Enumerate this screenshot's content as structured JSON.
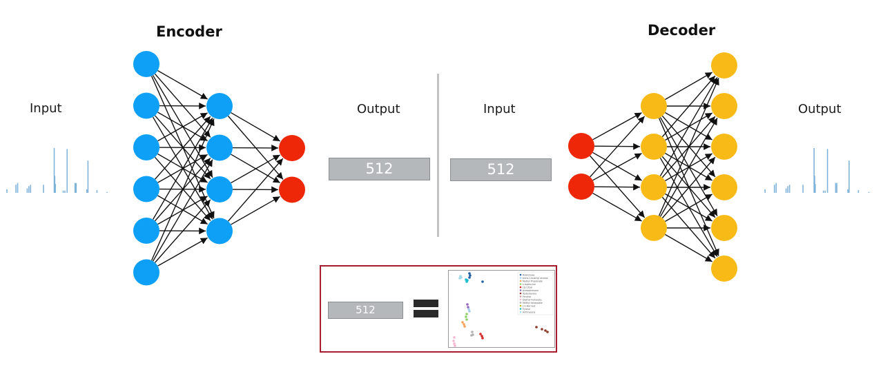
{
  "encoder": {
    "title": "Encoder",
    "input_label": "Input",
    "output_label": "Output",
    "output_vector": "512",
    "layers": [
      6,
      4,
      2
    ],
    "layer_colors": [
      "#0ea0f7",
      "#0ea0f7",
      "#ee2709"
    ]
  },
  "decoder": {
    "title": "Decoder",
    "input_label": "Input",
    "output_label": "Output",
    "input_vector": "512",
    "layers": [
      2,
      4,
      6
    ],
    "layer_colors": [
      "#ee2709",
      "#f8ba17",
      "#f8ba17"
    ]
  },
  "colors": {
    "encoder_node": "#0ea0f7",
    "latent_node": "#ee2709",
    "decoder_node": "#f8ba17",
    "spectrum": "#7fb3da",
    "panel_border": "#a61c2e"
  },
  "spectrum": {
    "peaks": [
      {
        "x": 0.02,
        "h": 0.08
      },
      {
        "x": 0.1,
        "h": 0.18
      },
      {
        "x": 0.115,
        "h": 0.22
      },
      {
        "x": 0.2,
        "h": 0.1
      },
      {
        "x": 0.215,
        "h": 0.15
      },
      {
        "x": 0.23,
        "h": 0.18
      },
      {
        "x": 0.345,
        "h": 0.18
      },
      {
        "x": 0.44,
        "h": 1.0
      },
      {
        "x": 0.445,
        "h": 0.38
      },
      {
        "x": 0.45,
        "h": 0.2
      },
      {
        "x": 0.52,
        "h": 0.05
      },
      {
        "x": 0.535,
        "h": 0.05
      },
      {
        "x": 0.555,
        "h": 0.98
      },
      {
        "x": 0.625,
        "h": 0.22
      },
      {
        "x": 0.635,
        "h": 0.22
      },
      {
        "x": 0.74,
        "h": 0.72
      },
      {
        "x": 0.73,
        "h": 0.08
      },
      {
        "x": 0.82,
        "h": 0.06
      },
      {
        "x": 0.91,
        "h": 0.02
      }
    ]
  },
  "bottom_panel": {
    "vector": "512",
    "equals": "=",
    "legend": [
      {
        "name": "Rubixinose",
        "color": "#1f5fa8"
      },
      {
        "name": "trans-Cinnamyl alcohol",
        "color": "#a8c8e8"
      },
      {
        "name": "Methyl Propionate",
        "color": "#f7a35c"
      },
      {
        "name": "L-Isoleucine",
        "color": "#8fd16b"
      },
      {
        "name": "cis-Citral",
        "color": "#d62728"
      },
      {
        "name": "Acetophenone",
        "color": "#9467bd"
      },
      {
        "name": "Testosterone",
        "color": "#8c3a2b"
      },
      {
        "name": "Fenchol",
        "color": "#c49c94"
      },
      {
        "name": "Diethyl Fumarate",
        "color": "#f7b6d2"
      },
      {
        "name": "Methyl hexanoate",
        "color": "#b0b0b0"
      },
      {
        "name": "(+)-Borneol",
        "color": "#bcbd22"
      },
      {
        "name": "Pyrene",
        "color": "#17becf"
      },
      {
        "name": "Anthracene",
        "color": "#9edae5"
      }
    ]
  }
}
